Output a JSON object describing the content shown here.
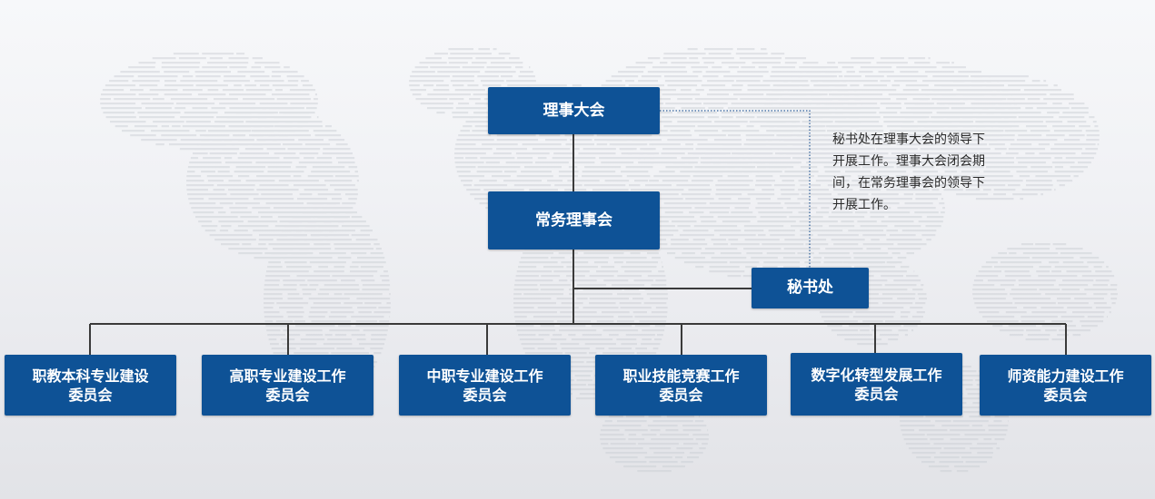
{
  "diagram": {
    "top_nodes": {
      "council": "理事大会",
      "standing_council": "常务理事会",
      "secretariat": "秘书处"
    },
    "committees": [
      "职教本科专业建设\n委员会",
      "高职专业建设工作\n委员会",
      "中职专业建设工作\n委员会",
      "职业技能竞赛工作\n委员会",
      "数字化转型发展工作\n委员会",
      "师资能力建设工作\n委员会"
    ],
    "note": "秘书处在理事大会的领导下开展工作。理事大会闭会期间，在常务理事会的领导下开展工作。"
  },
  "colors": {
    "node_fill": "#0e5296",
    "node_text": "#ffffff",
    "connector": "#3a3a3a",
    "dotted_connector": "#2f5f9a"
  }
}
